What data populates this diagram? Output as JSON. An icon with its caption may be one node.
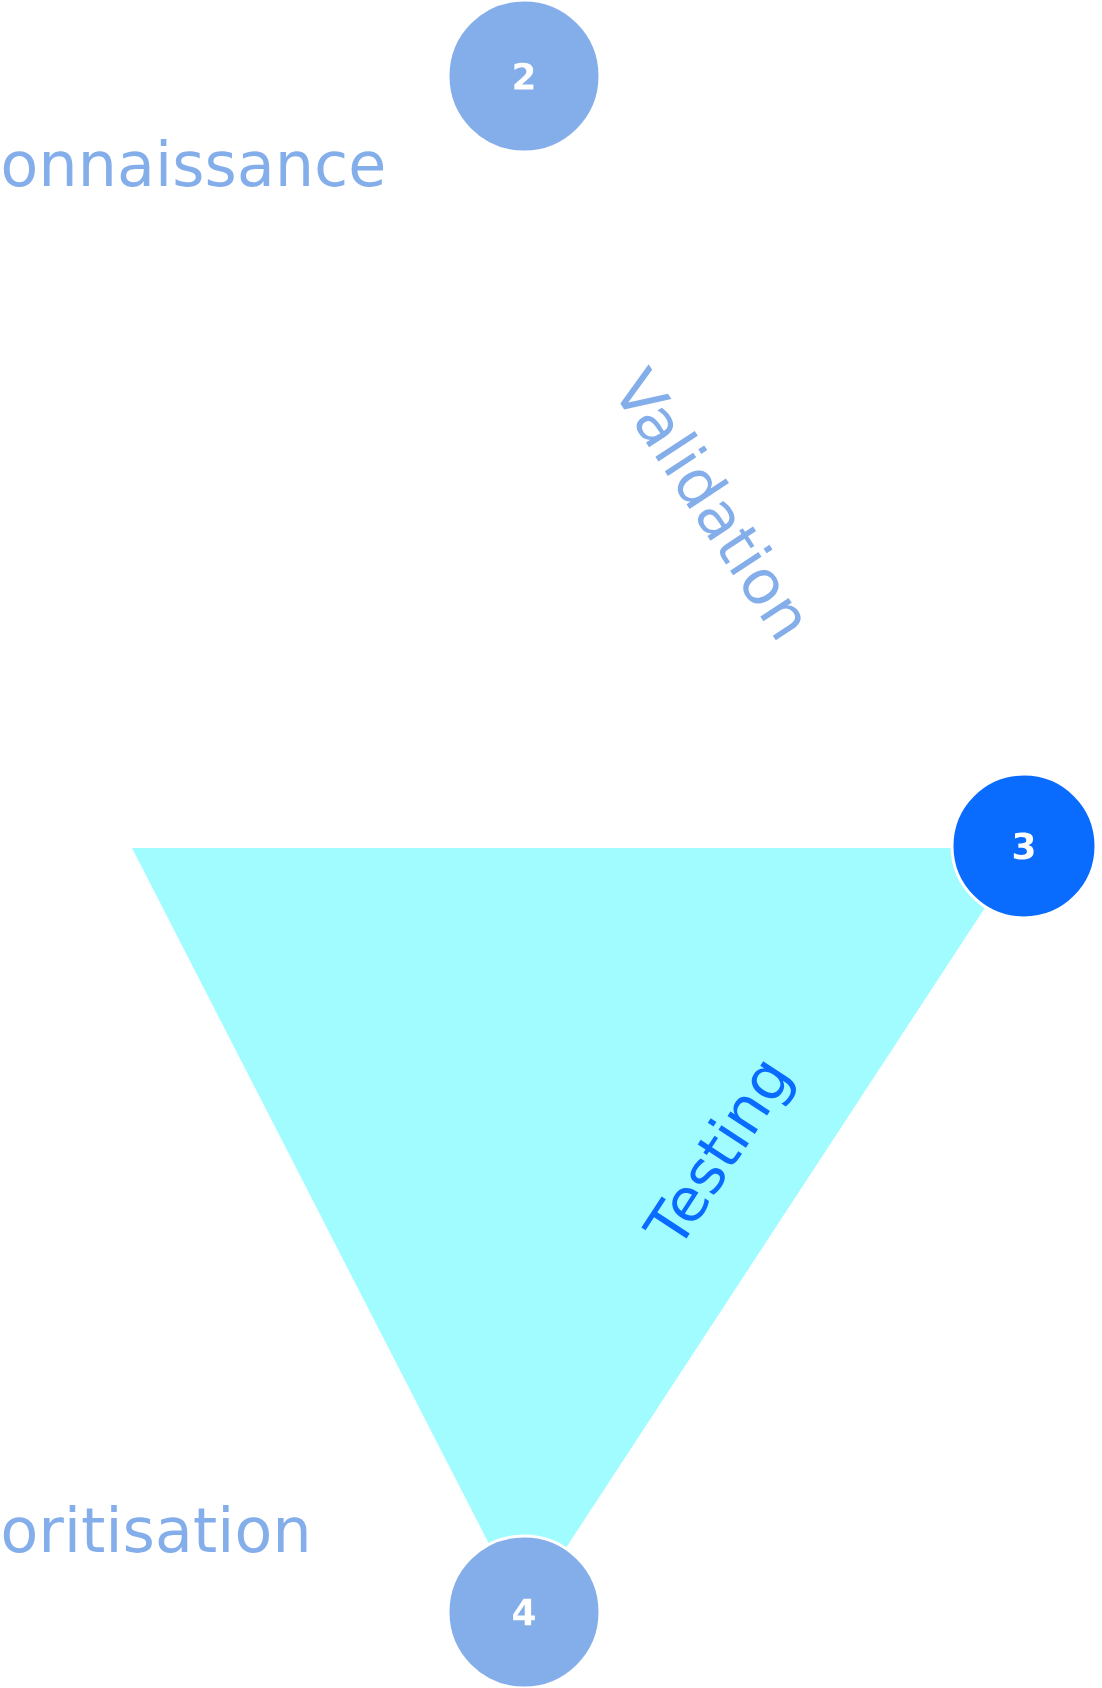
{
  "diagram": {
    "nodes": [
      {
        "text": [
          "2"
        ]
      },
      {
        "text": [
          "3"
        ]
      },
      {
        "text": [
          "Testing"
        ]
      },
      {
        "text": [
          "4"
        ]
      }
    ],
    "labels": [
      "onnaissance",
      "Validation",
      "oritisation"
    ]
  }
}
